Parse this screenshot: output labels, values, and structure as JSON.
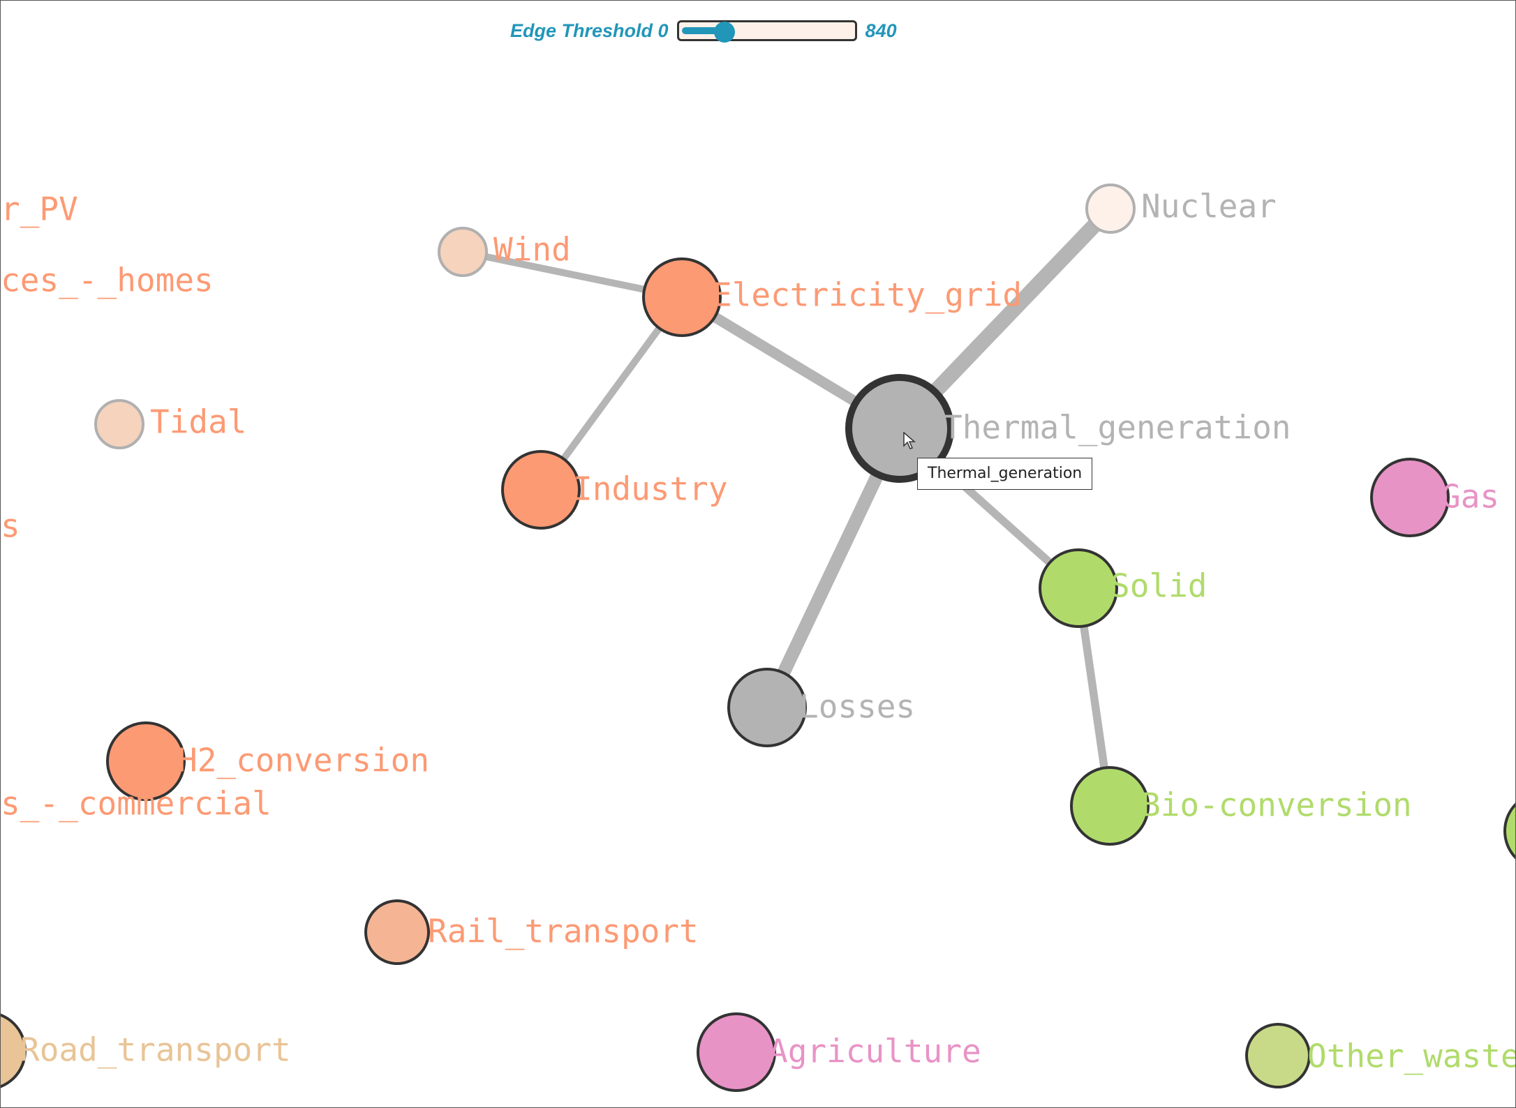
{
  "threshold": {
    "label": "Edge Threshold 0",
    "max_label": "840",
    "min": 0,
    "max": 840,
    "value": 210,
    "accent": "#2196b9"
  },
  "tooltip": {
    "text": "Thermal_generation"
  },
  "colors": {
    "orange": "#fc9a74",
    "light_orange": "#f5b594",
    "faint_orange": "#f6d3bd",
    "grey": "#b3b3b3",
    "green": "#b0db6b",
    "light_green": "#c8da88",
    "pink": "#e893c6",
    "tan": "#e8c497",
    "edge": "#b5b5b5"
  },
  "nodes": [
    {
      "id": "Solar_PV",
      "label": "Solar_PV",
      "color": "#fc9a74",
      "label_color": "#fc9a74"
    },
    {
      "id": "Appliances_-_homes",
      "label": "Appliances_-_homes",
      "color": "#fc9a74",
      "label_color": "#fc9a74"
    },
    {
      "id": "Wind",
      "label": "Wind",
      "color": "#f6d3bd",
      "label_color": "#fc9a74",
      "faded": true
    },
    {
      "id": "Electricity_grid",
      "label": "Electricity_grid",
      "color": "#fc9a74",
      "label_color": "#fc9a74"
    },
    {
      "id": "Nuclear",
      "label": "Nuclear",
      "color": "#fdf1ea",
      "label_color": "#b3b3b3",
      "faded": true
    },
    {
      "id": "Tidal",
      "label": "Tidal",
      "color": "#f6d3bd",
      "label_color": "#fc9a74",
      "faded": true
    },
    {
      "id": "Thermal_generation",
      "label": "Thermal_generation",
      "color": "#b3b3b3",
      "label_color": "#b3b3b3",
      "selected": true
    },
    {
      "id": "Industry",
      "label": "Industry",
      "color": "#fc9a74",
      "label_color": "#fc9a74"
    },
    {
      "id": "Gas",
      "label": "Gas",
      "color": "#e893c6",
      "label_color": "#e893c6"
    },
    {
      "id": "Lighting_&_appliances_-_commercial_edge",
      "label": "s",
      "color": "#fc9a74",
      "label_color": "#fc9a74",
      "label_only": true
    },
    {
      "id": "Solid",
      "label": "Solid",
      "color": "#b0db6b",
      "label_color": "#b0db6b"
    },
    {
      "id": "Losses",
      "label": "Losses",
      "color": "#b3b3b3",
      "label_color": "#b3b3b3"
    },
    {
      "id": "H2_conversion",
      "label": "H2_conversion",
      "color": "#fc9a74",
      "label_color": "#fc9a74"
    },
    {
      "id": "Lighting_&_appliances_-_commercial",
      "label": "Lighting_&_appliances_-_commercial",
      "color": "#fc9a74",
      "label_color": "#fc9a74",
      "label_only": true
    },
    {
      "id": "Bio-conversion",
      "label": "Bio-conversion",
      "color": "#b0db6b",
      "label_color": "#b0db6b"
    },
    {
      "id": "Biomass",
      "label": "",
      "color": "#b0db6b",
      "label_color": "#b0db6b"
    },
    {
      "id": "Rail_transport",
      "label": "Rail_transport",
      "color": "#f5b594",
      "label_color": "#fc9a74"
    },
    {
      "id": "Road_transport",
      "label": "Road_transport",
      "color": "#e8c497",
      "label_color": "#e8c497"
    },
    {
      "id": "Agriculture",
      "label": "Agriculture",
      "color": "#e893c6",
      "label_color": "#e893c6"
    },
    {
      "id": "Other_waste",
      "label": "Other_waste",
      "color": "#c8da88",
      "label_color": "#b0db6b"
    }
  ],
  "edges": [
    {
      "source": "Wind",
      "target": "Electricity_grid",
      "weight": 280
    },
    {
      "source": "Electricity_grid",
      "target": "Thermal_generation",
      "weight": 525
    },
    {
      "source": "Electricity_grid",
      "target": "Industry",
      "weight": 280
    },
    {
      "source": "Nuclear",
      "target": "Thermal_generation",
      "weight": 840
    },
    {
      "source": "Thermal_generation",
      "target": "Losses",
      "weight": 700
    },
    {
      "source": "Thermal_generation",
      "target": "Solid",
      "weight": 350
    },
    {
      "source": "Solid",
      "target": "Bio-conversion",
      "weight": 350
    }
  ]
}
